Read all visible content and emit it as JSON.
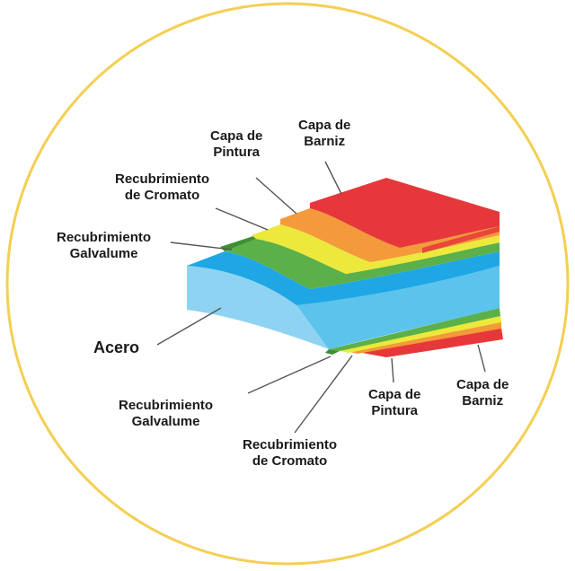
{
  "colors": {
    "ring": "#f4cf52",
    "steel_front": "#8fd3f2",
    "steel_top": "#1ea7e4",
    "steel_side": "#5cc3ec",
    "galvalume": "#5bb04a",
    "galvalume_dark": "#3f8f35",
    "chromate": "#ece83c",
    "paint": "#f39a3a",
    "varnish": "#e6383a",
    "leader_line": "#555555"
  },
  "labels": {
    "top_varnish": {
      "line1": "Capa de",
      "line2": "Barniz"
    },
    "top_paint": {
      "line1": "Capa de",
      "line2": "Pintura"
    },
    "top_chromate": {
      "line1": "Recubrimiento",
      "line2": "de Cromato"
    },
    "top_galvalume": {
      "line1": "Recubrimiento",
      "line2": "Galvalume"
    },
    "steel": "Acero",
    "bottom_galvalume": {
      "line1": "Recubrimiento",
      "line2": "Galvalume"
    },
    "bottom_chromate": {
      "line1": "Recubrimiento",
      "line2": "de Cromato"
    },
    "bottom_paint": {
      "line1": "Capa de",
      "line2": "Pintura"
    },
    "bottom_varnish": {
      "line1": "Capa de",
      "line2": "Barniz"
    }
  }
}
